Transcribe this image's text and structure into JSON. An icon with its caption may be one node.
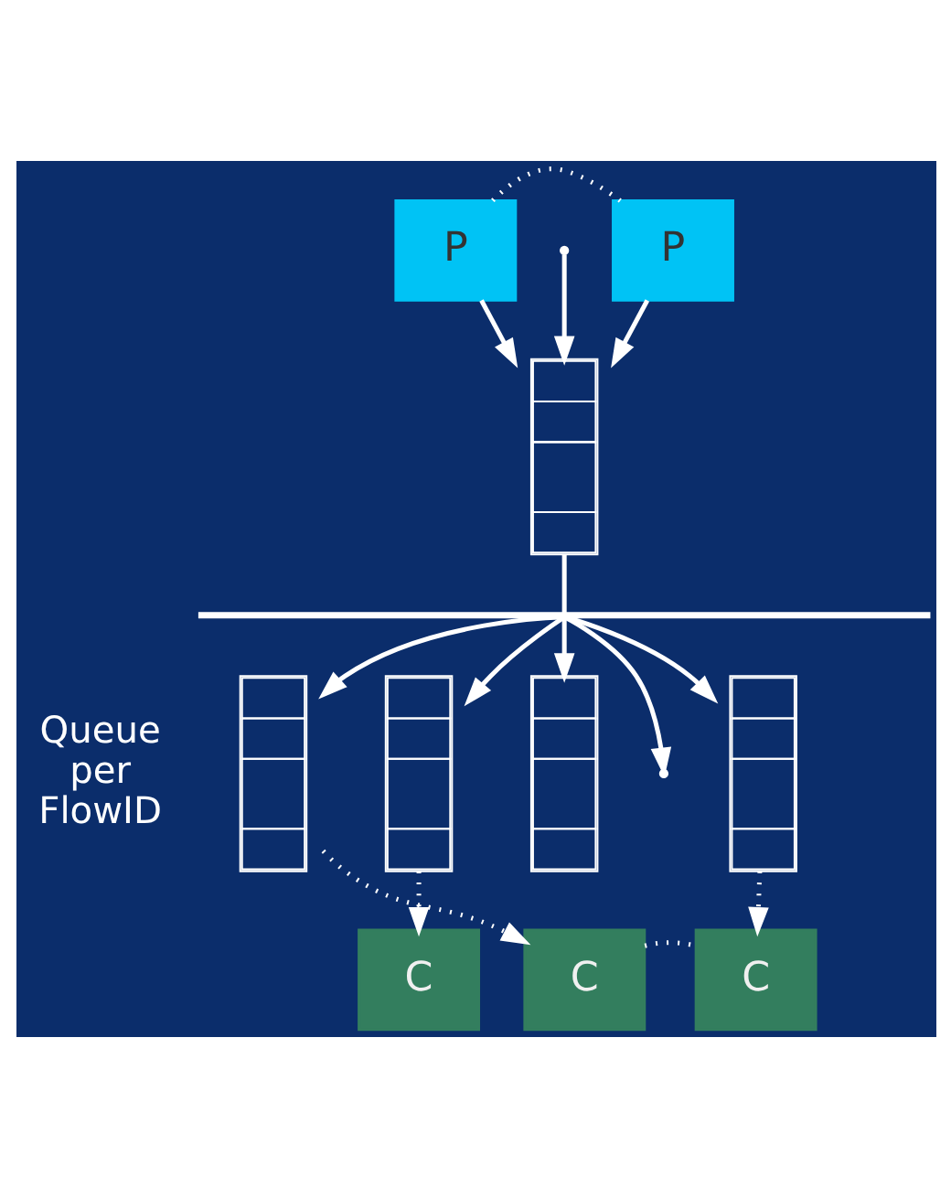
{
  "diagram": {
    "nodes": [
      {
        "text": [
          "P"
        ]
      },
      {
        "text": [
          "P"
        ]
      },
      {
        "text": [],
        "shape": "box"
      },
      {
        "text": [],
        "shape": "bar"
      },
      {
        "text": [],
        "shape": "box",
        "beside": [
          "Queue per FlowID"
        ]
      },
      {
        "text": [],
        "shape": "box"
      },
      {
        "text": [],
        "shape": "box"
      },
      {
        "text": [],
        "shape": "box"
      },
      {
        "text": [
          "C"
        ]
      },
      {
        "text": [
          "C"
        ]
      },
      {
        "text": [
          "C"
        ]
      }
    ],
    "edges": [
      {
        "from": 0,
        "to": 1,
        "arrow": "none",
        "style": "dashed"
      },
      {
        "from": 0,
        "to": 2,
        "arrow": "to"
      },
      {
        "from": null,
        "to": 2,
        "arrow": "to"
      },
      {
        "from": 1,
        "to": 2,
        "arrow": "to"
      },
      {
        "from": 2,
        "to": 3,
        "arrow": "none"
      },
      {
        "from": 3,
        "to": 4,
        "arrow": "to"
      },
      {
        "from": 3,
        "to": 5,
        "arrow": "to"
      },
      {
        "from": 3,
        "to": 6,
        "arrow": "to"
      },
      {
        "from": 3,
        "to": null,
        "arrow": "to"
      },
      {
        "from": 3,
        "to": 7,
        "arrow": "to"
      },
      {
        "from": 4,
        "to": 9,
        "arrow": "to",
        "style": "dashed"
      },
      {
        "from": 5,
        "to": 8,
        "arrow": "to",
        "style": "dashed"
      },
      {
        "from": 7,
        "to": 10,
        "arrow": "to",
        "style": "dashed"
      },
      {
        "from": 9,
        "to": 10,
        "arrow": "none",
        "style": "dashed"
      }
    ]
  }
}
